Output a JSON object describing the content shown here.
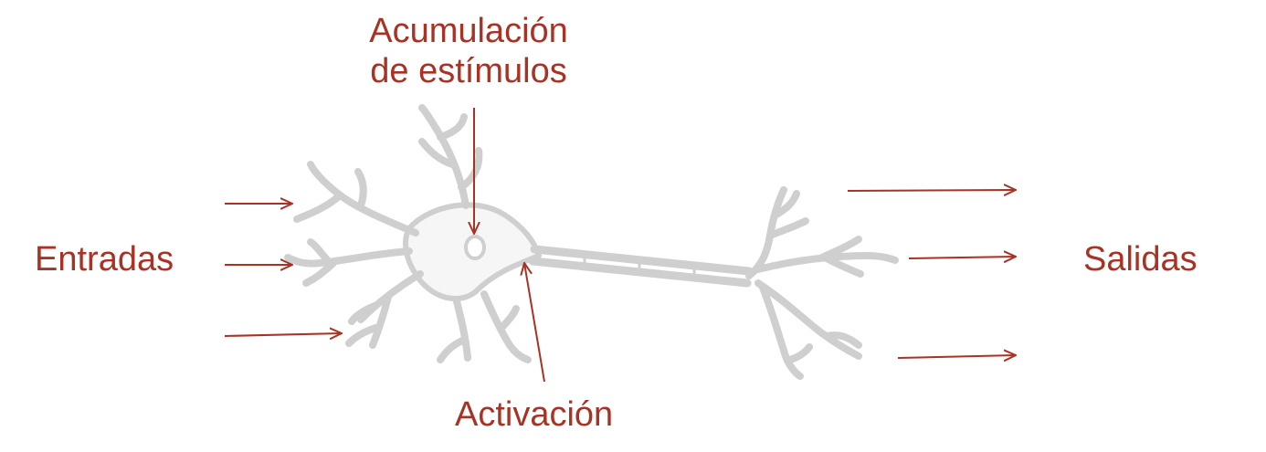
{
  "labels": {
    "acumulacion_line1": "Acumulación",
    "acumulacion_line2": "de estímulos",
    "entradas": "Entradas",
    "salidas": "Salidas",
    "activacion": "Activación"
  },
  "colors": {
    "accent": "#a83224",
    "neuron": "#cfcfcf",
    "background": "#ffffff"
  }
}
